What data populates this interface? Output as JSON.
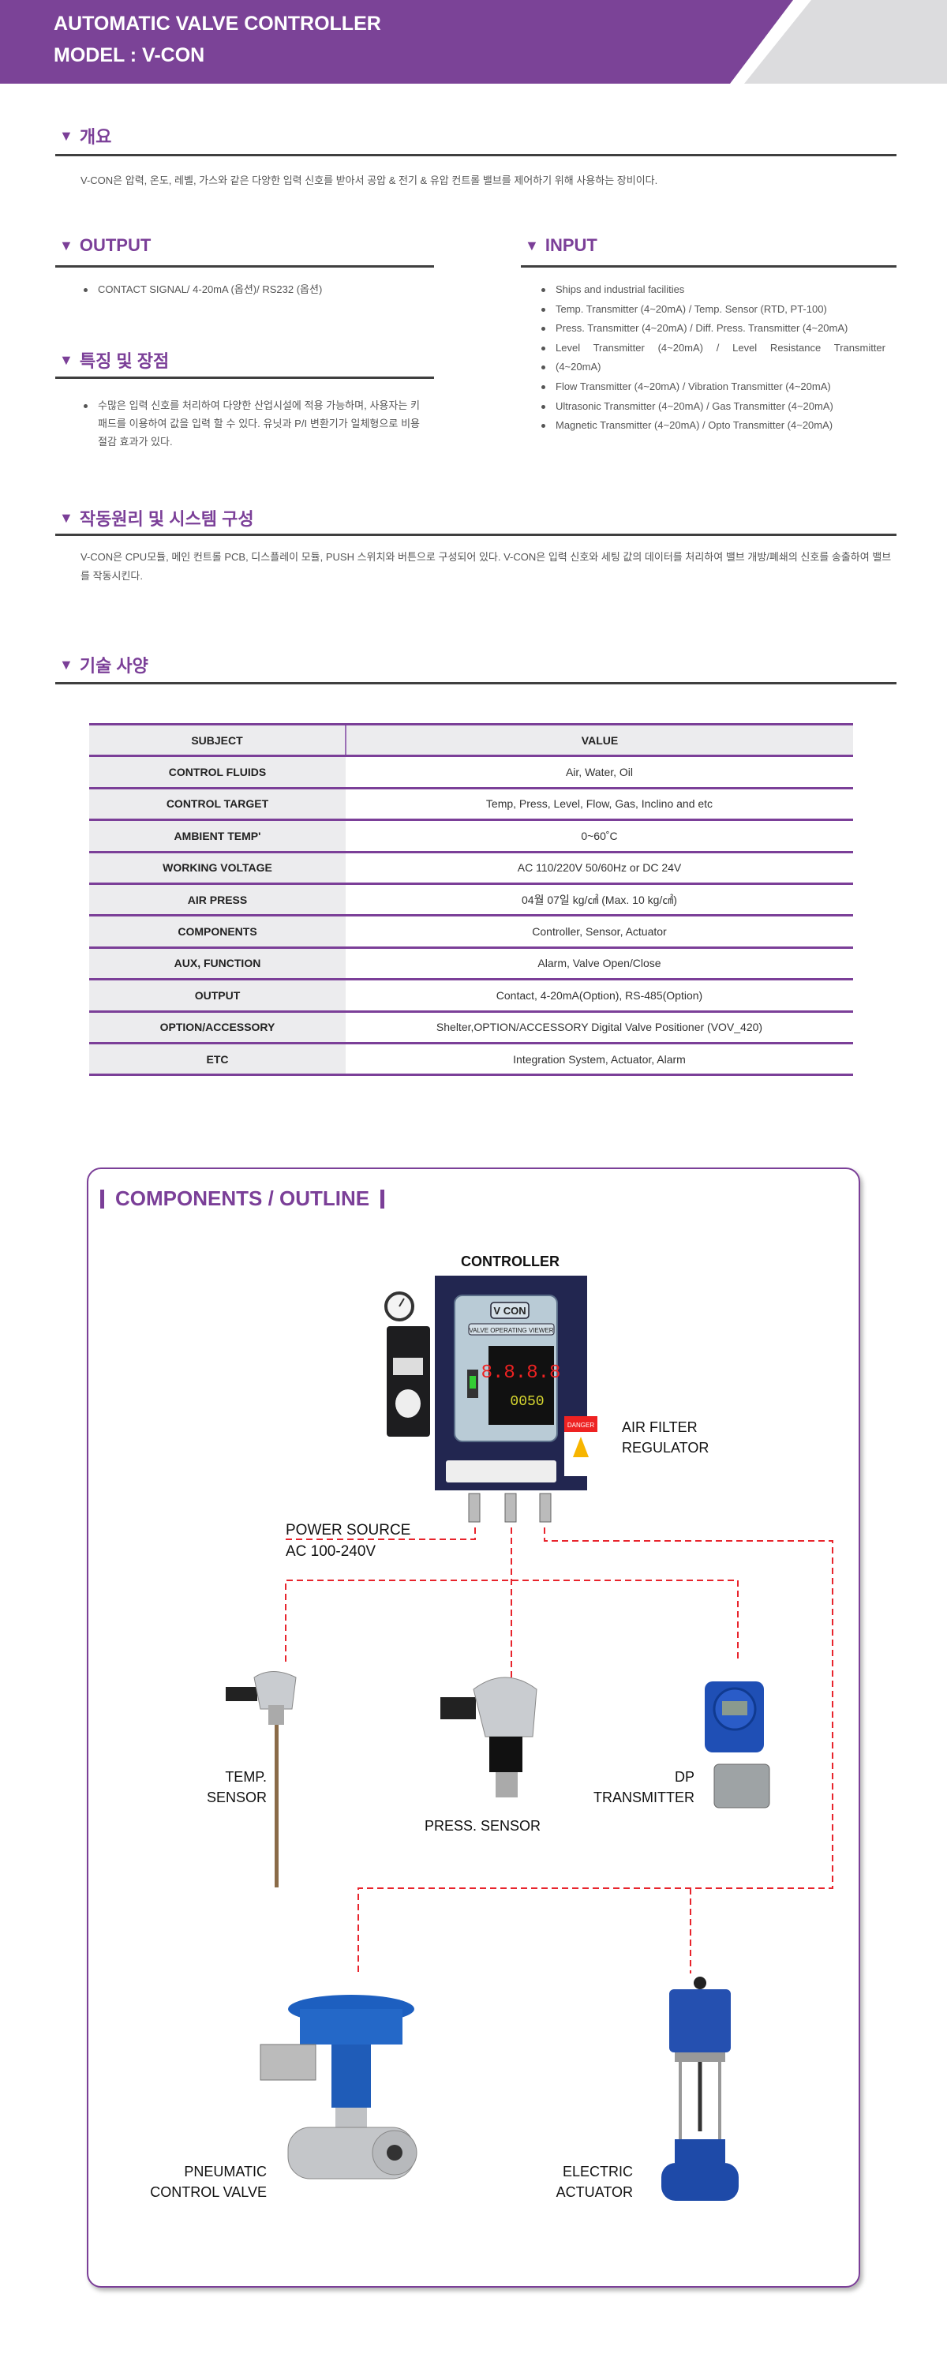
{
  "header": {
    "title": "AUTOMATIC VALVE CONTROLLER",
    "model": "MODEL : V-CON",
    "brand_color": "#7b4397"
  },
  "overview": {
    "heading": "개요",
    "text": "V-CON은 압력, 온도, 레벨, 가스와 같은 다양한 입력 신호를 받아서 공압 & 전기 & 유압 컨트롤 밸브를 제어하기 위해 사용하는 장비이다."
  },
  "output": {
    "heading": "OUTPUT",
    "items": [
      "CONTACT SIGNAL/ 4-20mA (옵션)/ RS232 (옵션)"
    ]
  },
  "features": {
    "heading": "특징 및 장점",
    "items": [
      "수많은 입력 신호를 처리하여 다양한 산업시설에 적용 가능하며, 사용자는 키패드를 이용하여 값을 입력 할 수 있다. 유닛과 P/I 변환기가 일체형으로 비용 절감 효과가 있다."
    ]
  },
  "input": {
    "heading": "INPUT",
    "items": [
      "Ships and industrial facilities",
      "Temp. Transmitter (4~20mA) / Temp. Sensor (RTD, PT-100)",
      "Press. Transmitter (4~20mA) / Diff. Press. Transmitter (4~20mA)",
      "Level Transmitter (4~20mA) / Level Resistance Transmitter",
      "(4~20mA)",
      "Flow Transmitter (4~20mA) / Vibration Transmitter (4~20mA)",
      "Ultrasonic Transmitter (4~20mA) / Gas Transmitter (4~20mA)",
      "Magnetic Transmitter (4~20mA) / Opto Transmitter (4~20mA)"
    ]
  },
  "principle": {
    "heading": "작동원리 및 시스템 구성",
    "text": "V-CON은 CPU모듈, 메인 컨트롤 PCB, 디스플레이 모듈, PUSH 스위치와 버튼으로 구성되어 있다. V-CON은 입력 신호와 세팅 값의 데이터를 처리하여 밸브 개방/폐쇄의 신호를 송출하여 밸브를 작동시킨다."
  },
  "spec": {
    "heading": "기술 사양",
    "columns": [
      "SUBJECT",
      "VALUE"
    ],
    "rows": [
      [
        "CONTROL FLUIDS",
        "Air, Water, Oil"
      ],
      [
        "CONTROL TARGET",
        "Temp, Press, Level, Flow, Gas, Inclino and etc"
      ],
      [
        "AMBIENT TEMP'",
        "0~60˚C"
      ],
      [
        "WORKING VOLTAGE",
        "AC 110/220V 50/60Hz or DC 24V"
      ],
      [
        "AIR PRESS",
        "04월 07일 kg/㎠ (Max. 10 kg/㎠)"
      ],
      [
        "COMPONENTS",
        "Controller, Sensor, Actuator"
      ],
      [
        "AUX, FUNCTION",
        "Alarm, Valve Open/Close"
      ],
      [
        "OUTPUT",
        "Contact, 4-20mA(Option), RS-485(Option)"
      ],
      [
        "OPTION/ACCESSORY",
        "Shelter,OPTION/ACCESSORY Digital Valve Positioner (VOV_420)"
      ],
      [
        "ETC",
        "Integration System, Actuator, Alarm"
      ]
    ]
  },
  "components": {
    "title": "COMPONENTS / OUTLINE",
    "controller": "CONTROLLER",
    "air_filter": [
      "AIR FILTER",
      "REGULATOR"
    ],
    "power": [
      "POWER SOURCE",
      "AC 100-240V"
    ],
    "temp": [
      "TEMP.",
      "SENSOR"
    ],
    "press": "PRESS. SENSOR",
    "dp": [
      "DP",
      "TRANSMITTER"
    ],
    "pneumatic": [
      "PNEUMATIC",
      "CONTROL VALVE"
    ],
    "electric": [
      "ELECTRIC",
      "ACTUATOR"
    ],
    "device_text": {
      "logo": "V CON",
      "viewer": "VALVE OPERATING VIEWER",
      "display1": "8.8.8.8",
      "display2": "0050",
      "danger": "DANGER"
    }
  }
}
